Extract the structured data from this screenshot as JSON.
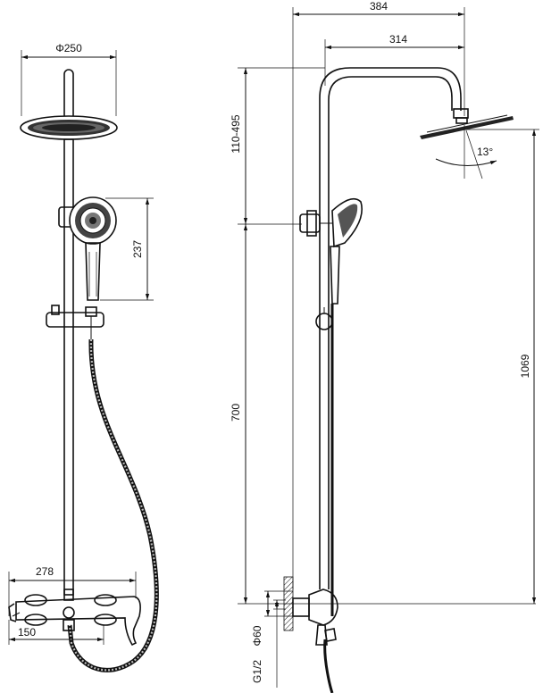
{
  "dimensions": {
    "head_diameter": "Φ250",
    "handshower_height": "237",
    "bar_width_278": "278",
    "outlet_150": "150",
    "overall_width": "384",
    "arm_reach": "314",
    "adjust_range": "110-495",
    "height_700": "700",
    "height_1069": "1069",
    "angle": "13°",
    "flange_diameter": "Φ60",
    "thread": "G1/2"
  }
}
